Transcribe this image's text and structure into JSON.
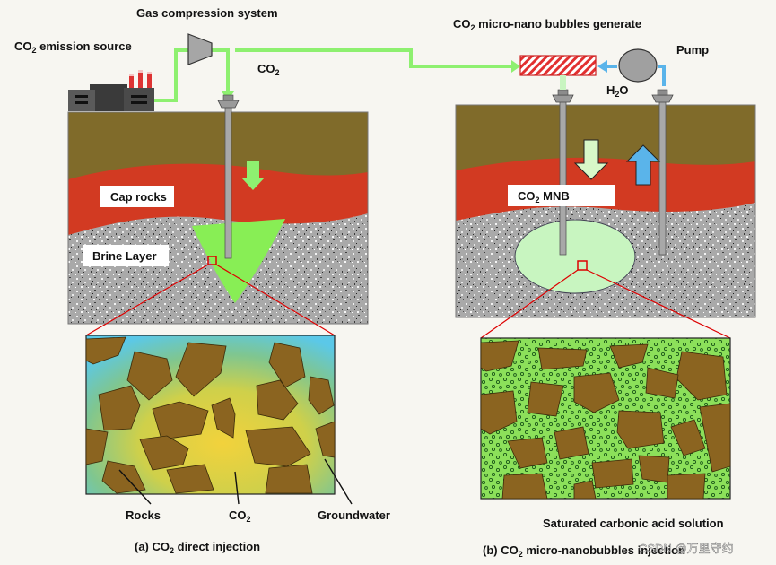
{
  "left": {
    "emission_label_pre": "CO",
    "emission_label_sub": "2",
    "emission_label_post": " emission source",
    "compression_label": "Gas compression system",
    "co2_label": "CO",
    "co2_sub": "2",
    "cap_rocks": "Cap rocks",
    "brine_layer": "Brine Layer",
    "legend_rocks": "Rocks",
    "legend_co2": "CO",
    "legend_co2_sub": "2",
    "legend_groundwater": "Groundwater",
    "caption_pre": "(a) CO",
    "caption_sub": "2",
    "caption_post": " direct injection"
  },
  "right": {
    "generator_pre": "CO",
    "generator_sub": "2",
    "generator_post": " micro-nano bubbles generate",
    "pump_label": "Pump",
    "h2o_pre": "H",
    "h2o_sub": "2",
    "h2o_post": "O",
    "mnb_pre": "CO",
    "mnb_sub": "2",
    "mnb_post": " MNB",
    "solution_label": "Saturated carbonic acid solution",
    "caption_pre": "(b) CO",
    "caption_sub": "2",
    "caption_post": " micro-nanobubbles injection"
  },
  "watermark": "CSDN @万里守约",
  "colors": {
    "soil": "#806b2a",
    "cap_rock": "#d23a22",
    "co2_green": "#88ee55",
    "mnb_pale": "#c8f5c0",
    "water_blue": "#5bc8e8",
    "rock_brown": "#8b6420",
    "pipe_gray": "#a8a8a8",
    "flow_green": "#8ef070",
    "flow_blue": "#5ab4ea",
    "generator_red": "#e23030"
  }
}
